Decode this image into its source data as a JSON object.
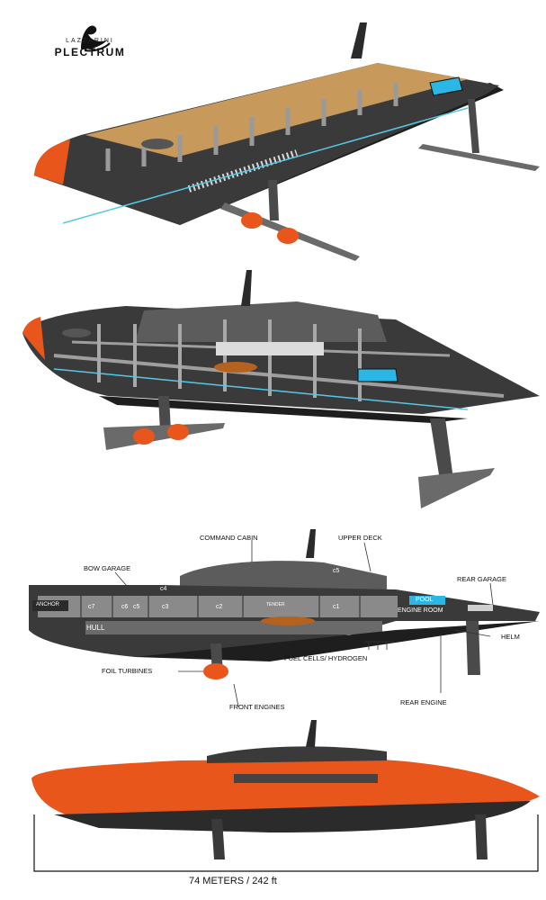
{
  "brand": {
    "sub": "LAZZARINI",
    "name": "PLECTRUM"
  },
  "labels": {
    "command_cabin": "COMMAND CABIN",
    "upper_deck": "UPPER DECK",
    "bow_garage": "BOW GARAGE",
    "rear_garage": "REAR GARAGE",
    "anchor": "ANCHOR",
    "hull": "HULL",
    "pool": "POOL",
    "engine_room": "ENGINE ROOM",
    "tender": "TENDER",
    "helm": "HELM",
    "fuel_cells": "FUEL CELLS/ HYDROGEN",
    "foil_turbines": "FOIL TURBINES",
    "front_engines": "FRONT ENGINES",
    "rear_engine": "REAR ENGINE",
    "cabins": [
      "c7",
      "c6",
      "c5",
      "c4",
      "c3",
      "c2",
      "c1",
      "c5"
    ]
  },
  "dimension": "74 METERS / 242 ft",
  "colors": {
    "orange": "#e8561c",
    "hull": "#2b2b2b",
    "deck": "#c79a5c",
    "pool": "#2bb7e6",
    "glass": "#56c8e6"
  }
}
